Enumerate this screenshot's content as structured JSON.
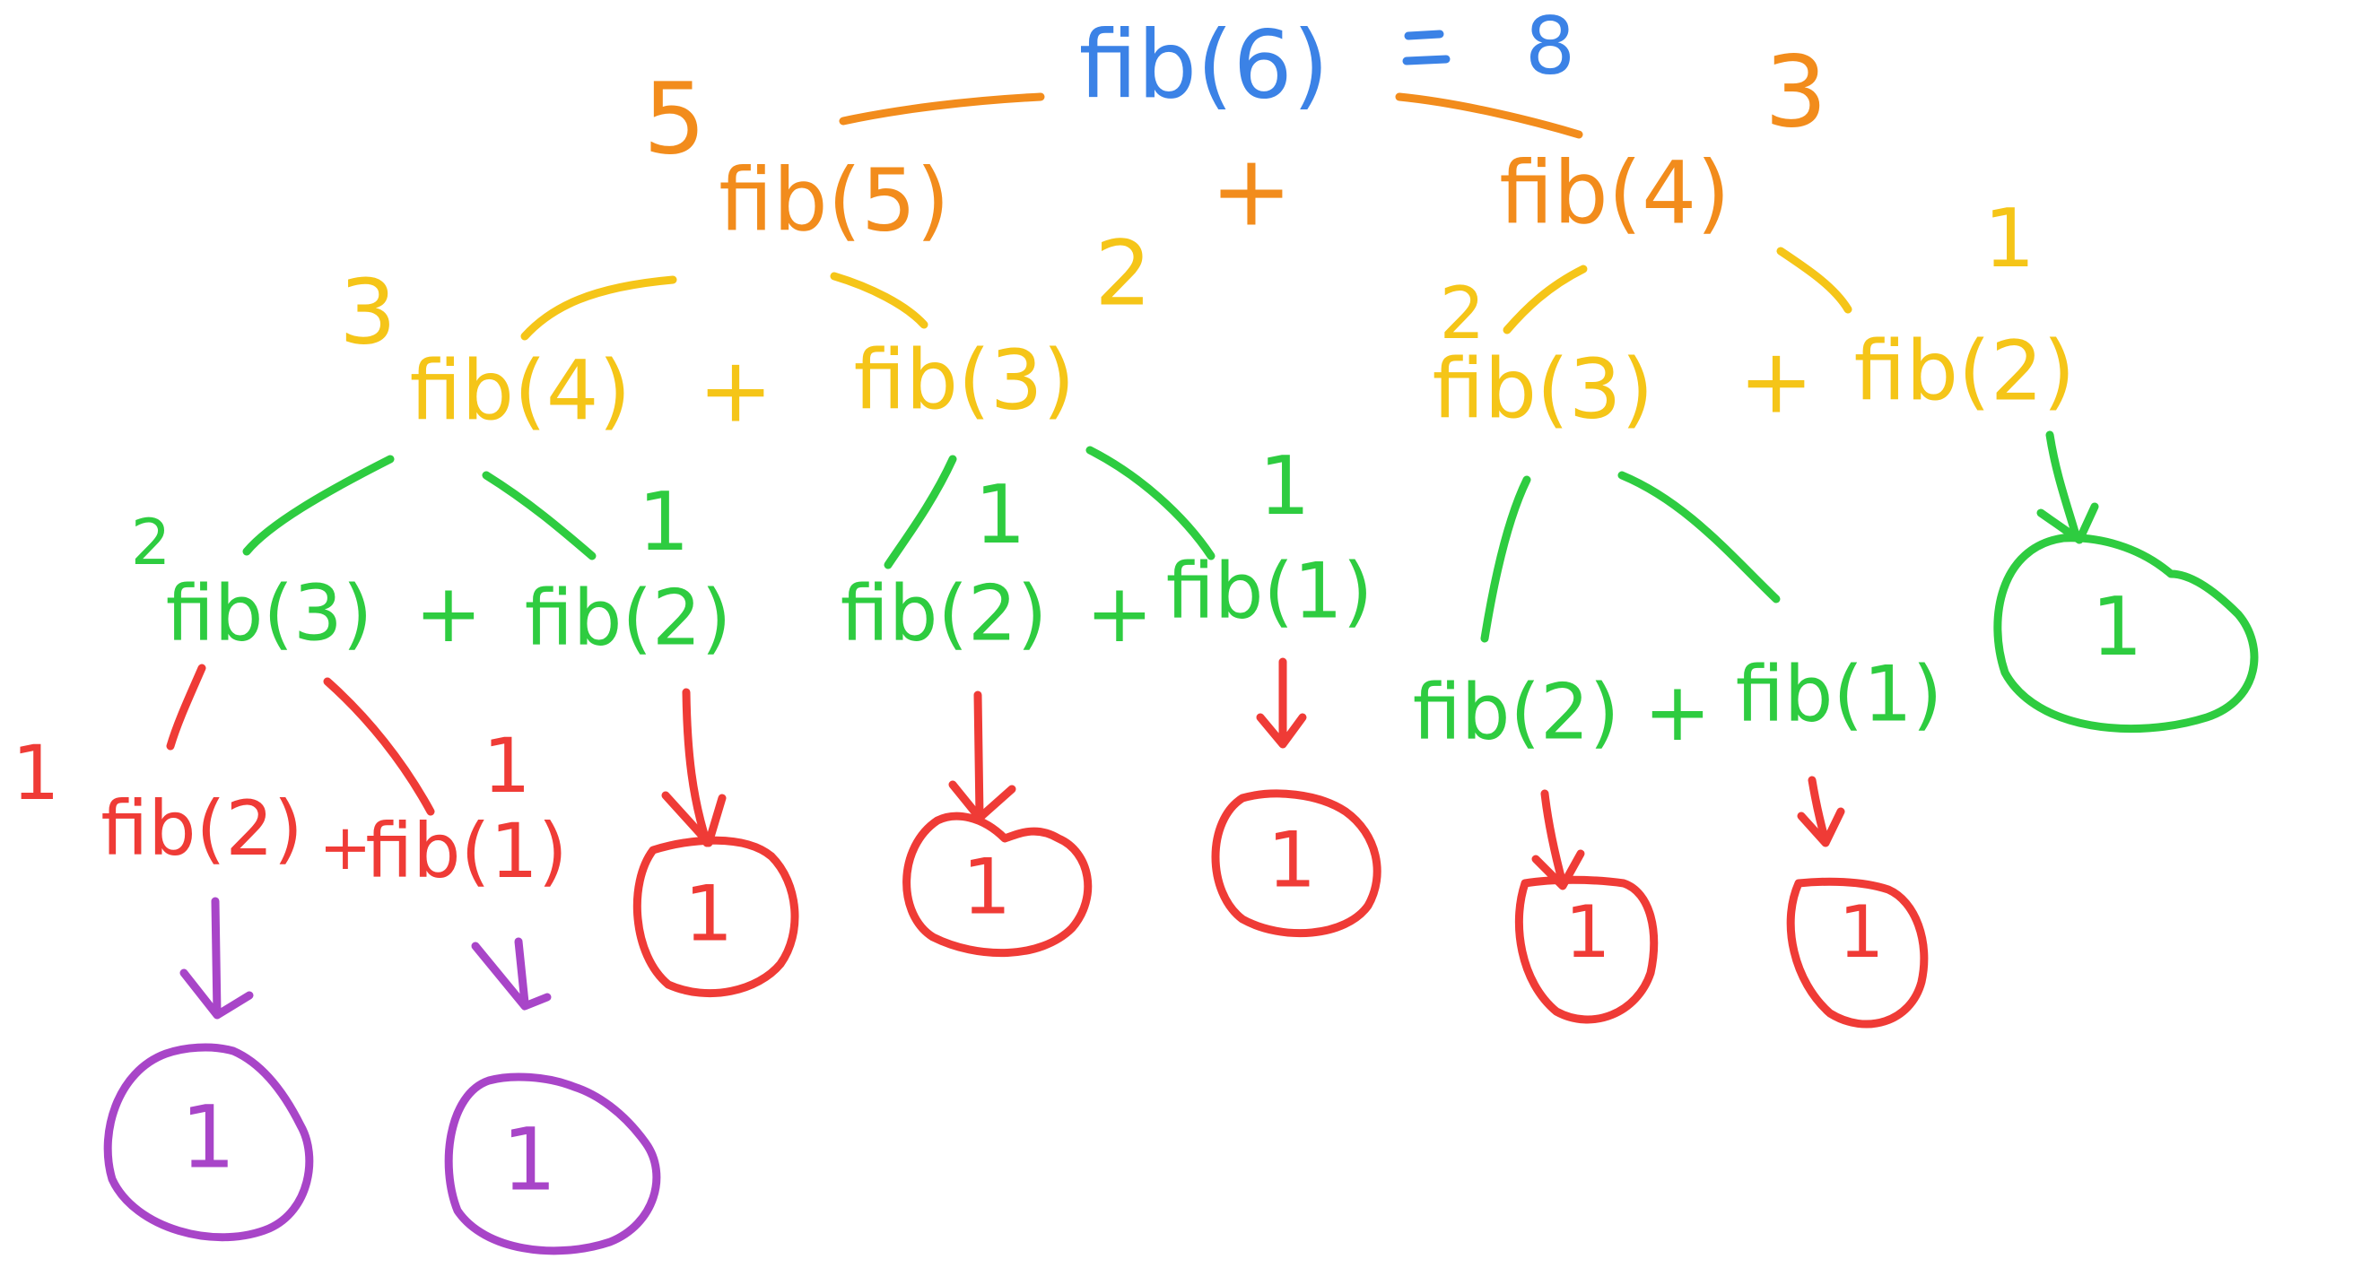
{
  "colors": {
    "level0": "#3b82e6",
    "level1": "#f28c1c",
    "level2": "#f5c518",
    "level3": "#2ecc40",
    "level4": "#ef3b36",
    "level5": "#a845c8"
  },
  "plus": "+",
  "root": {
    "label": "fib(6)",
    "equals": "=",
    "value": "8"
  },
  "nodes": {
    "n5": {
      "label": "fib(5)",
      "value": "5"
    },
    "n4r": {
      "label": "fib(4)",
      "value": "3"
    },
    "n4l": {
      "label": "fib(4)",
      "value": "3"
    },
    "n3a": {
      "label": "fib(3)",
      "value": "2"
    },
    "n3b": {
      "label": "fib(3)",
      "value": "2"
    },
    "n2a": {
      "label": "fib(2)",
      "value": "1"
    },
    "n3c": {
      "label": "fib(3)",
      "value": "2"
    },
    "n2b": {
      "label": "fib(2)",
      "value": "1"
    },
    "n2c": {
      "label": "fib(2)",
      "value": "1"
    },
    "n1a": {
      "label": "fib(1)",
      "value": "1"
    },
    "n2d": {
      "label": "fib(2)",
      "value": "1"
    },
    "n1b": {
      "label": "fib(1)",
      "value": "1"
    },
    "n2e": {
      "label": "fib(2)",
      "value": "1"
    },
    "n1c": {
      "label": "fib(1)",
      "value": "1"
    }
  },
  "leaves": {
    "l_n2a": "1",
    "l_n2b": "1",
    "l_n2c": "1",
    "l_n1a": "1",
    "l_n2d": "1",
    "l_n1b": "1",
    "l_n2e": "1",
    "l_n1c": "1"
  }
}
